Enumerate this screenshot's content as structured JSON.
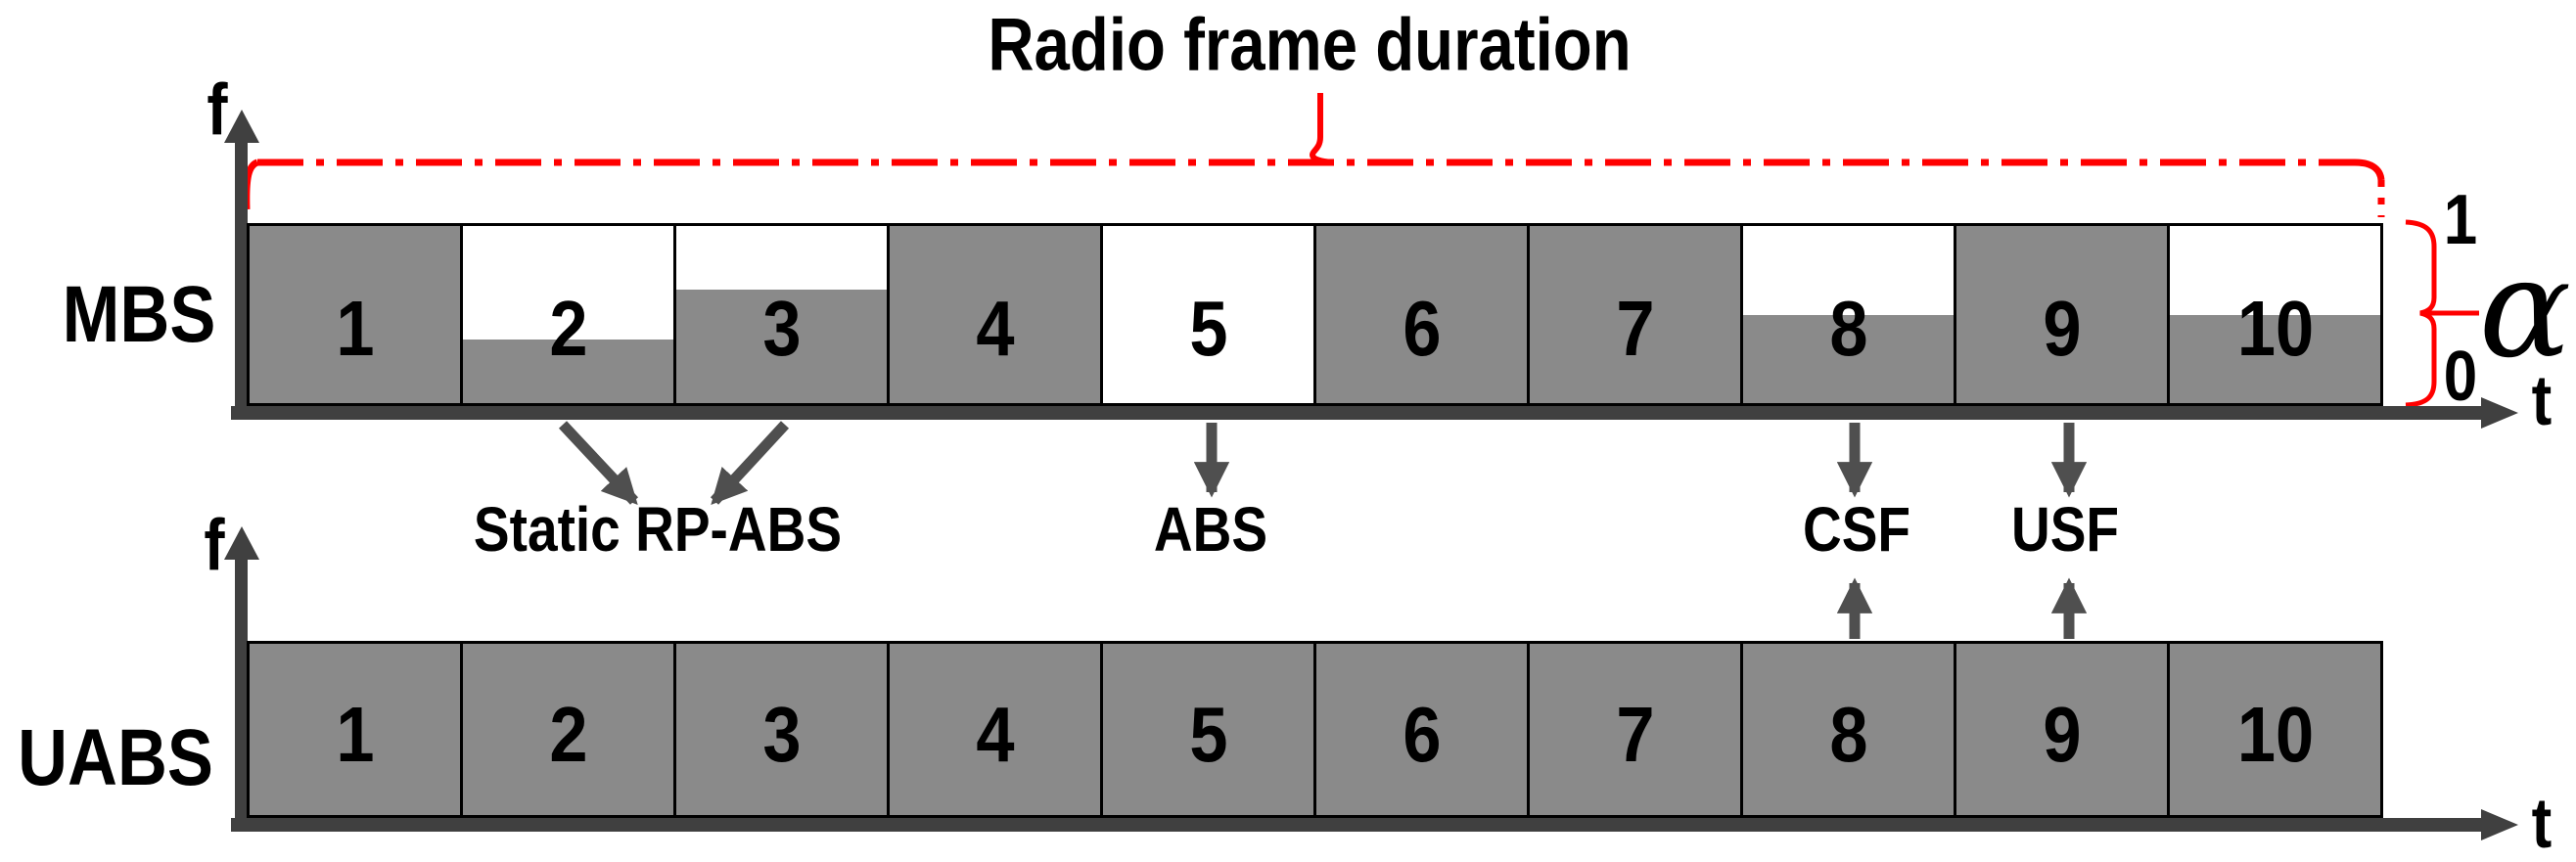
{
  "title": "Radio frame duration",
  "colors": {
    "subframe_fill": "#8a8a8a",
    "axis": "#404040",
    "arrow": "#4f4f4f",
    "accent_red": "#ff0000",
    "text": "#000000"
  },
  "mbs": {
    "label": "MBS",
    "f_axis_label": "f",
    "t_axis_label": "t",
    "subframes": [
      {
        "n": "1",
        "fill": 1
      },
      {
        "n": "2",
        "fill": 0.36
      },
      {
        "n": "3",
        "fill": 0.64
      },
      {
        "n": "4",
        "fill": 1
      },
      {
        "n": "5",
        "fill": 0
      },
      {
        "n": "6",
        "fill": 1
      },
      {
        "n": "7",
        "fill": 1
      },
      {
        "n": "8",
        "fill": 0.5
      },
      {
        "n": "9",
        "fill": 1
      },
      {
        "n": "10",
        "fill": 0.5
      }
    ]
  },
  "uabs": {
    "label": "UABS",
    "f_axis_label": "f",
    "t_axis_label": "t",
    "subframes": [
      {
        "n": "1",
        "fill": 1
      },
      {
        "n": "2",
        "fill": 1
      },
      {
        "n": "3",
        "fill": 1
      },
      {
        "n": "4",
        "fill": 1
      },
      {
        "n": "5",
        "fill": 1
      },
      {
        "n": "6",
        "fill": 1
      },
      {
        "n": "7",
        "fill": 1
      },
      {
        "n": "8",
        "fill": 1
      },
      {
        "n": "9",
        "fill": 1
      },
      {
        "n": "10",
        "fill": 1
      }
    ]
  },
  "annotations": {
    "static_rp_abs": {
      "label": "Static RP-ABS",
      "target_subframes": [
        "2",
        "3"
      ]
    },
    "abs": {
      "label": "ABS",
      "target_subframes": [
        "5"
      ]
    },
    "csf": {
      "label": "CSF",
      "target_subframes": [
        "8"
      ]
    },
    "usf": {
      "label": "USF",
      "target_subframes": [
        "9"
      ]
    }
  },
  "power_scale": {
    "top_label": "1",
    "mid_label": "α",
    "bottom_label": "0"
  }
}
